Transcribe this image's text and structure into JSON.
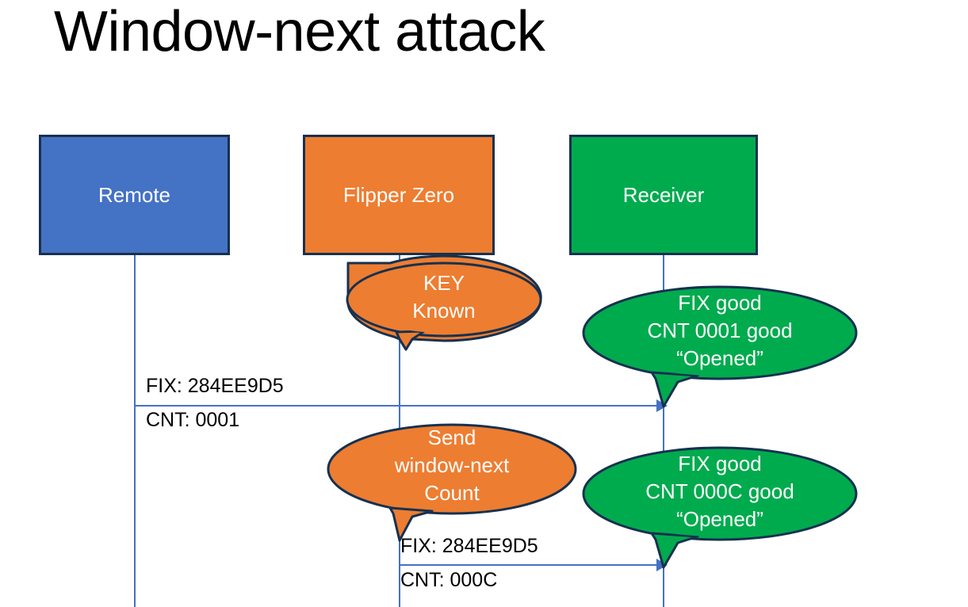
{
  "slide": {
    "title": "Window-next attack",
    "background": "#ffffff"
  },
  "colors": {
    "remote_fill": "#4472c4",
    "flipper_fill": "#ed7d31",
    "receiver_fill": "#00ab4e",
    "outline": "#17314f",
    "lifeline": "#4472c4",
    "arrow": "#4472c4",
    "label_text": "#000000",
    "box_text": "#ffffff"
  },
  "actors": [
    {
      "id": "remote",
      "label": "Remote"
    },
    {
      "id": "flipper",
      "label": "Flipper Zero"
    },
    {
      "id": "receiver",
      "label": "Receiver"
    }
  ],
  "callouts": [
    {
      "id": "key-known",
      "owner": "flipper",
      "text": "KEY\nKnown"
    },
    {
      "id": "receiver-ok-0001",
      "owner": "receiver",
      "text": "FIX good\nCNT 0001 good\n“Opened”"
    },
    {
      "id": "send-window-next",
      "owner": "flipper",
      "text": "Send\nwindow-next\nCount"
    },
    {
      "id": "receiver-ok-000c",
      "owner": "receiver",
      "text": "FIX good\nCNT 000C good\n“Opened”"
    }
  ],
  "messages": [
    {
      "id": "msg-remote-to-receiver",
      "from": "remote",
      "to": "receiver",
      "line1": "FIX: 284EE9D5",
      "line2": "CNT: 0001"
    },
    {
      "id": "msg-flipper-to-receiver",
      "from": "flipper",
      "to": "receiver",
      "line1": "FIX: 284EE9D5",
      "line2": "CNT: 000C"
    }
  ]
}
